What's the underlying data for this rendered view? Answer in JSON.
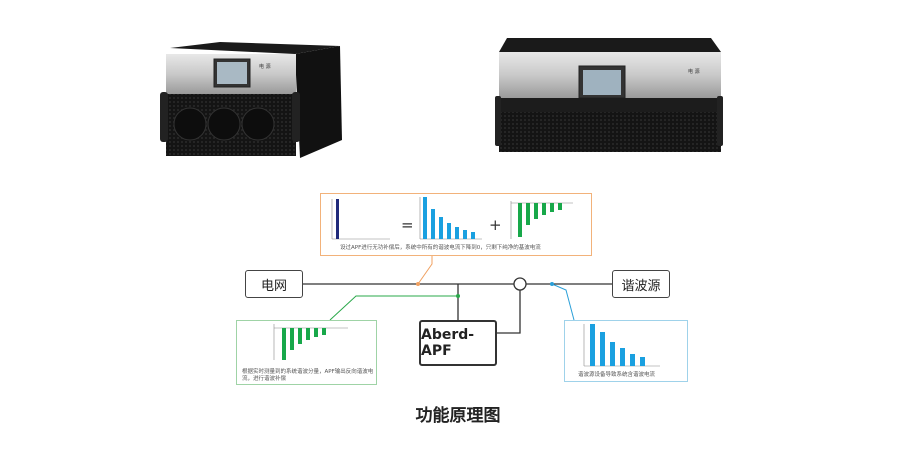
{
  "nodes": {
    "grid": "电网",
    "harmonic_source": "谐波源",
    "apf": "Aberd-APF"
  },
  "operators": {
    "equals": "=",
    "plus": "+"
  },
  "panels": {
    "top_caption": "设过APF进行无功补偿后，系统中所有的谐波电流下降到0，只剩下纯净的基波电流",
    "left_caption": "根据实时测量到的系统谐波分量，APF输出反向谐波电流，进行谐波补偿",
    "right_caption": "谐波源设备导致系统含谐波电流"
  },
  "device_labels": {
    "left": "电 源",
    "right": "电 源"
  },
  "figure_title": "功能原理图",
  "colors": {
    "bar_navy": "#1f2a7a",
    "bar_blue": "#1aa0e0",
    "bar_green": "#18a84a",
    "line_orange": "#f0a060",
    "line_green": "#2aa84a",
    "line_blue": "#2a9fd8"
  }
}
